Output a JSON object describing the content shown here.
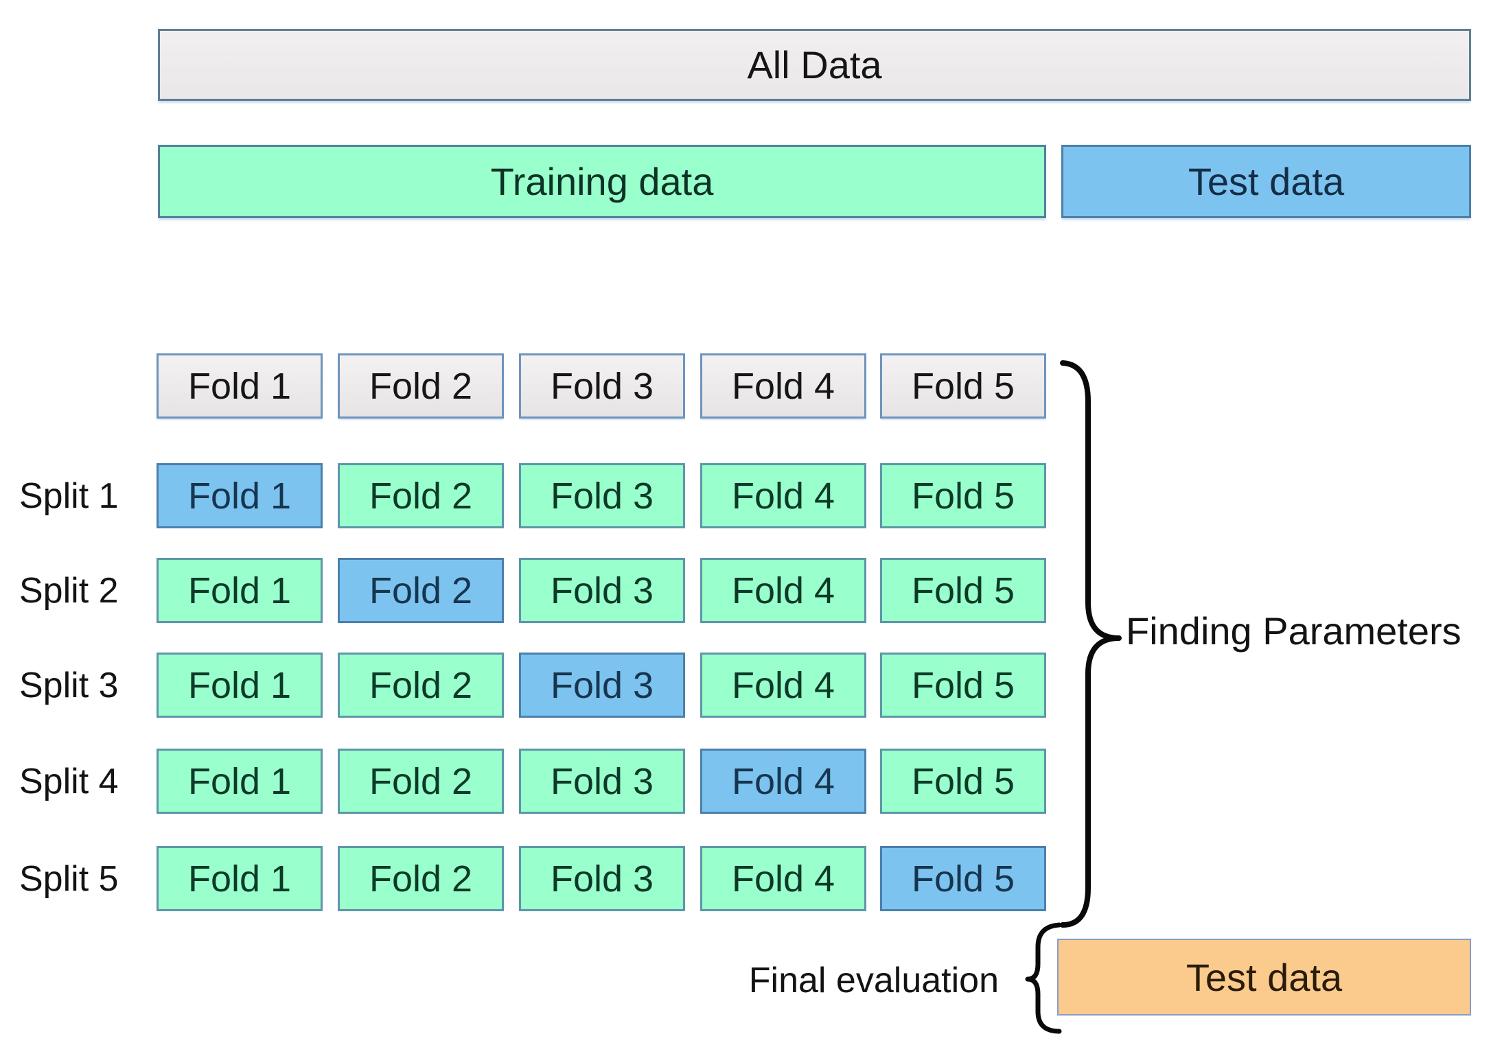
{
  "figure": {
    "all_data_label": "All Data",
    "training_label": "Training data",
    "test_label": "Test data",
    "fold_headers": [
      "Fold 1",
      "Fold 2",
      "Fold 3",
      "Fold 4",
      "Fold 5"
    ],
    "splits": [
      {
        "label": "Split 1",
        "test_fold": 0,
        "folds": [
          "Fold 1",
          "Fold 2",
          "Fold 3",
          "Fold 4",
          "Fold 5"
        ]
      },
      {
        "label": "Split 2",
        "test_fold": 1,
        "folds": [
          "Fold 1",
          "Fold 2",
          "Fold 3",
          "Fold 4",
          "Fold 5"
        ]
      },
      {
        "label": "Split 3",
        "test_fold": 2,
        "folds": [
          "Fold 1",
          "Fold 2",
          "Fold 3",
          "Fold 4",
          "Fold 5"
        ]
      },
      {
        "label": "Split 4",
        "test_fold": 3,
        "folds": [
          "Fold 1",
          "Fold 2",
          "Fold 3",
          "Fold 4",
          "Fold 5"
        ]
      },
      {
        "label": "Split 5",
        "test_fold": 4,
        "folds": [
          "Fold 1",
          "Fold 2",
          "Fold 3",
          "Fold 4",
          "Fold 5"
        ]
      }
    ],
    "finding_parameters_label": "Finding Parameters",
    "final_evaluation_label": "Final evaluation",
    "final_test_label": "Test data",
    "colors": {
      "train_green": "#99ffcc",
      "test_blue": "#7dc3ef",
      "header_gray": "#ebebeb",
      "final_orange": "#fbca8d"
    }
  }
}
